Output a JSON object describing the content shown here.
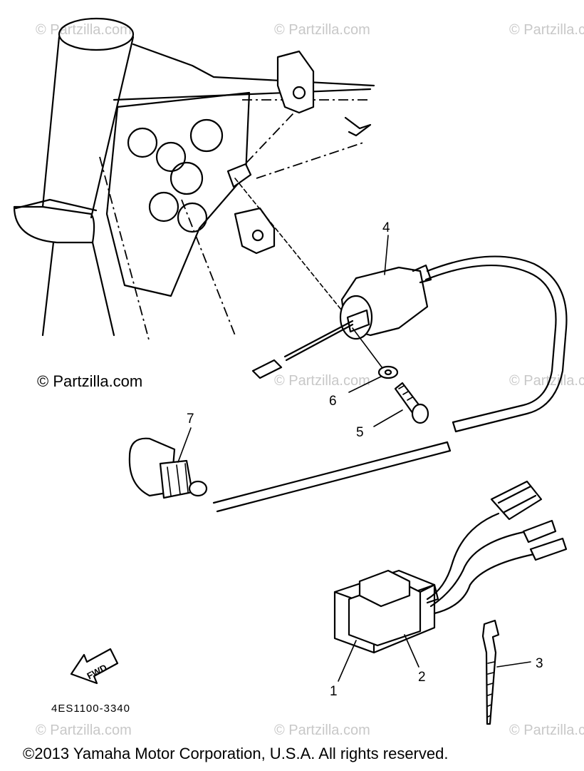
{
  "watermarks": [
    "© Partzilla.com",
    "© Partzilla.com",
    "© Partzilla.com",
    "© Partzilla.com",
    "© Partzilla.com",
    "© Partzilla.com",
    "© Partzilla.com",
    "© Partzilla.com",
    "© Partzilla.com"
  ],
  "copyright_mark": "© Partzilla.com",
  "callouts": {
    "c1": "1",
    "c2": "2",
    "c3": "3",
    "c4": "4",
    "c5": "5",
    "c6": "6",
    "c7": "7"
  },
  "fwd_label": "FWD",
  "drawing_code": "4ES1100-3340",
  "footer": "©2013 Yamaha Motor Corporation, U.S.A. All rights reserved."
}
